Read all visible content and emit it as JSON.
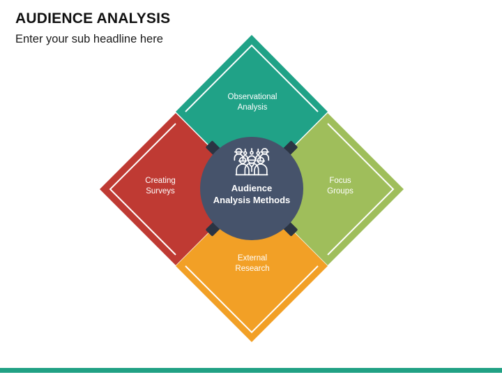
{
  "header": {
    "title": "AUDIENCE ANALYSIS",
    "subtitle": "Enter your sub headline here"
  },
  "center": {
    "icon": "group-people-icon",
    "line1": "Audience",
    "line2": "Analysis Methods",
    "color": "#46536b"
  },
  "diagram": {
    "type": "diamond-cycle",
    "nodes": [
      {
        "id": "observational",
        "position": "top",
        "line1": "Observational",
        "line2": "Analysis",
        "color": "#20a287"
      },
      {
        "id": "creating-surveys",
        "position": "left",
        "line1": "Creating",
        "line2": "Surveys",
        "color": "#bf3a33"
      },
      {
        "id": "focus-groups",
        "position": "right",
        "line1": "Focus",
        "line2": "Groups",
        "color": "#9fbe5b"
      },
      {
        "id": "external-research",
        "position": "bottom",
        "line1": "External",
        "line2": "Research",
        "color": "#f2a026"
      }
    ],
    "connector_color": "#2b3443",
    "inner_outline_color": "#ffffff"
  },
  "footer": {
    "bar_color": "#21a184"
  }
}
